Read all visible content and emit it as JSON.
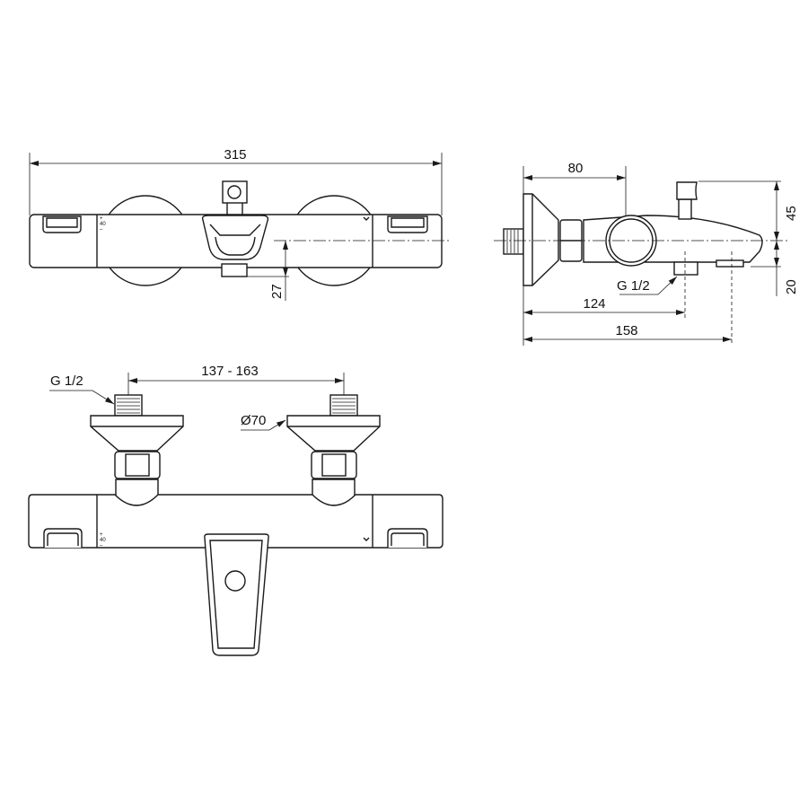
{
  "drawing": {
    "line_color": "#1a1a1a",
    "front_view": {
      "width_label": "315",
      "outlet_offset_label": "27",
      "scale_plus": "+",
      "scale_value": "40",
      "scale_minus": "–"
    },
    "side_view": {
      "depth_label": "80",
      "holder_height_label": "45",
      "outlet_drop_label": "20",
      "outlet_thread_label": "G 1/2",
      "outlet_distance_label": "124",
      "spout_distance_label": "158"
    },
    "bottom_view": {
      "centers_label": "137 - 163",
      "inlet_thread_label": "G 1/2",
      "flange_diameter_label": "Ø70",
      "scale_plus": "+",
      "scale_value": "40",
      "scale_minus": "–"
    }
  }
}
